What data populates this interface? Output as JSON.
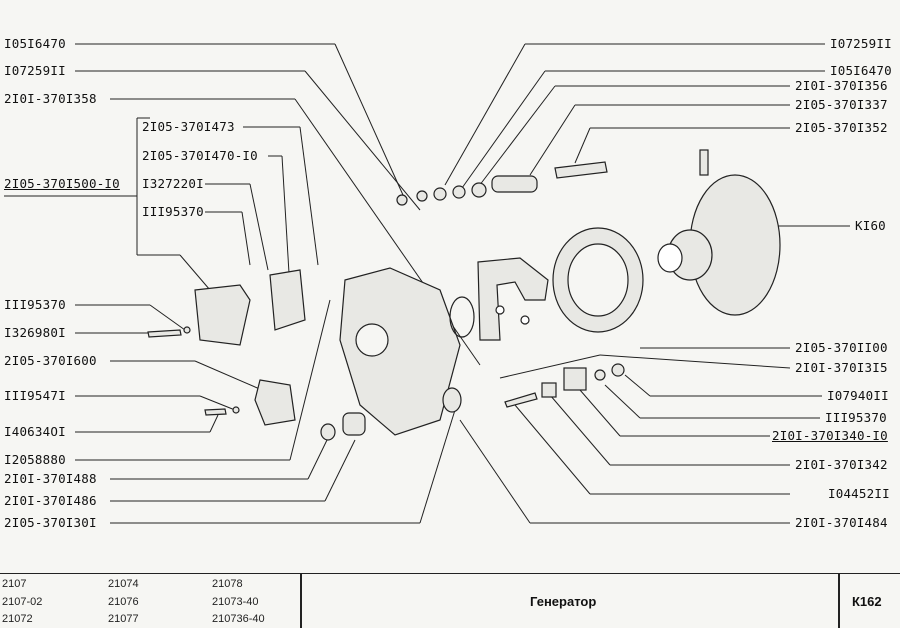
{
  "diagram": {
    "title": "Генератор",
    "page_code": "К162",
    "left_labels": [
      "I05I6470",
      "I07259II",
      "2I0I-370I358",
      "2I05-370I473",
      "2I05-370I470-I0",
      "2I05-370I500-I0",
      "I327220I",
      "III95370",
      "III95370",
      "I326980I",
      "2I05-370I600",
      "III9547I",
      "I40634OI",
      "I2058880",
      "2I0I-370I488",
      "2I0I-370I486",
      "2I05-370I30I"
    ],
    "right_labels": [
      "I07259II",
      "I05I6470",
      "2I0I-370I356",
      "2I05-370I337",
      "2I05-370I352",
      "КI60",
      "2I05-370II00",
      "2I0I-370I3I5",
      "I07940II",
      "III95370",
      "2I0I-370I340-I0",
      "2I0I-370I342",
      "I04452II",
      "2I0I-370I484"
    ],
    "models_col1": [
      "2107",
      "2107-02",
      "21072"
    ],
    "models_col2": [
      "21074",
      "21076",
      "21077"
    ],
    "models_col3": [
      "21078",
      "21073-40",
      "210736-40"
    ]
  }
}
